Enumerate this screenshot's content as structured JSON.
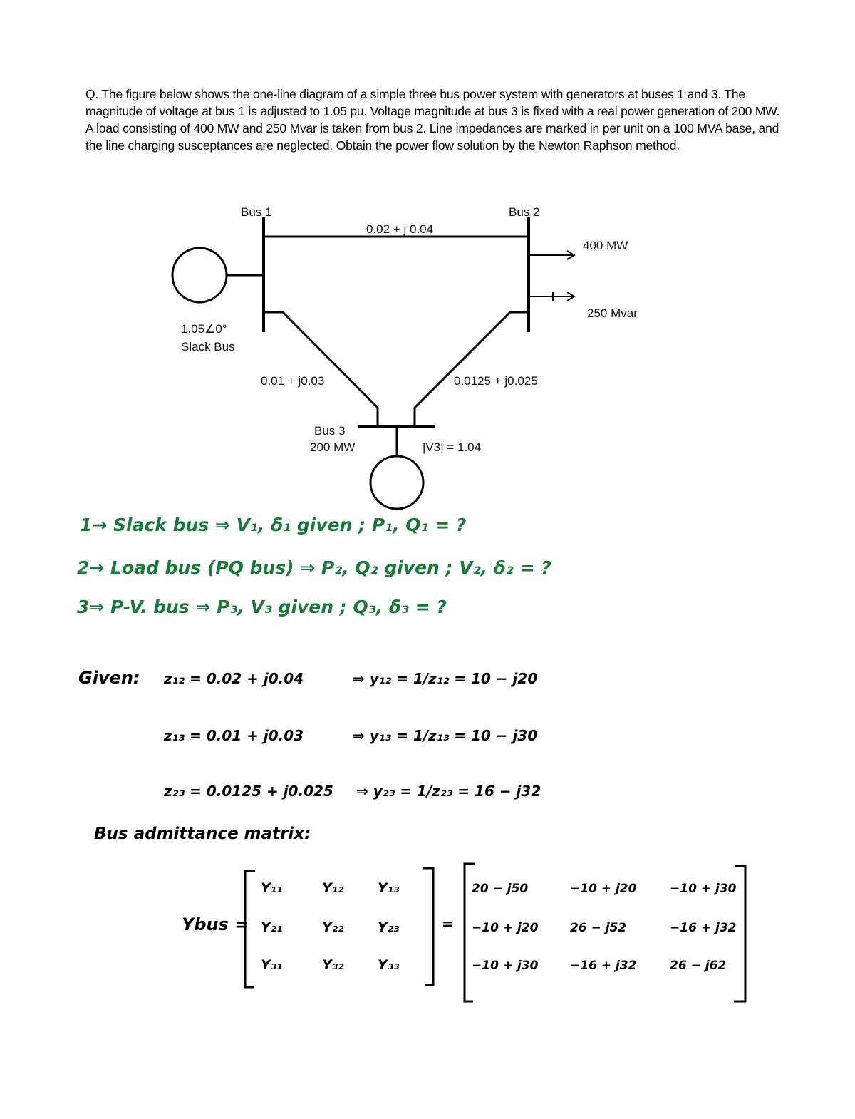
{
  "question": "Q. The figure below shows the one-line diagram of a simple three bus power system with generators at buses 1 and 3. The magnitude of voltage at bus 1 is adjusted to 1.05 pu. Voltage magnitude at bus 3 is fixed with a real power generation of 200 MW. A load consisting of 400 MW and 250 Mvar is taken from bus 2. Line impedances are marked in per unit on a 100 MVA base, and the line charging susceptances are neglected. Obtain the power flow solution by the Newton Raphson method.",
  "diagram": {
    "bus1": "Bus 1",
    "bus2": "Bus 2",
    "bus3": "Bus 3",
    "line12": "0.02 + j 0.04",
    "line13": "0.01 + j0.03",
    "line23": "0.0125 + j0.025",
    "load_p": "400 MW",
    "load_q": "250 Mvar",
    "slack_voltage": "1.05∠0°",
    "slack_label": "Slack Bus",
    "bus3_gen": "200 MW",
    "bus3_voltage": "|V3| = 1.04"
  },
  "notes": {
    "bus_types": [
      "1→ Slack bus ⇒ V₁, δ₁ given ; P₁, Q₁ = ?",
      "2→ Load bus (PQ bus) ⇒ P₂, Q₂ given ; V₂, δ₂ = ?",
      "3⇒ P-V. bus ⇒ P₃, V₃ given ; Q₃, δ₃ = ?"
    ],
    "given_label": "Given:",
    "given": [
      {
        "z": "z₁₂ = 0.02 + j0.04",
        "y": "⇒  y₁₂ = 1/z₁₂ = 10 − j20"
      },
      {
        "z": "z₁₃ = 0.01 + j0.03",
        "y": "⇒  y₁₃ = 1/z₁₃ = 10 − j30"
      },
      {
        "z": "z₂₃ = 0.0125 + j0.025",
        "y": "⇒  y₂₃ = 1/z₂₃ = 16 − j32"
      }
    ],
    "ybus_heading": "Bus admittance matrix:",
    "ybus_label": "Ybus =",
    "equals": "=",
    "symbolic": [
      [
        "Y₁₁",
        "Y₁₂",
        "Y₁₃"
      ],
      [
        "Y₂₁",
        "Y₂₂",
        "Y₂₃"
      ],
      [
        "Y₃₁",
        "Y₃₂",
        "Y₃₃"
      ]
    ],
    "numeric": [
      [
        "20 − j50",
        "−10 + j20",
        "−10 + j30"
      ],
      [
        "−10 + j20",
        "26 − j52",
        "−16 + j32"
      ],
      [
        "−10 + j30",
        "−16 + j32",
        "26 − j62"
      ]
    ]
  },
  "colors": {
    "handwriting_green": "#1a7a3a",
    "ink": "#000000"
  }
}
